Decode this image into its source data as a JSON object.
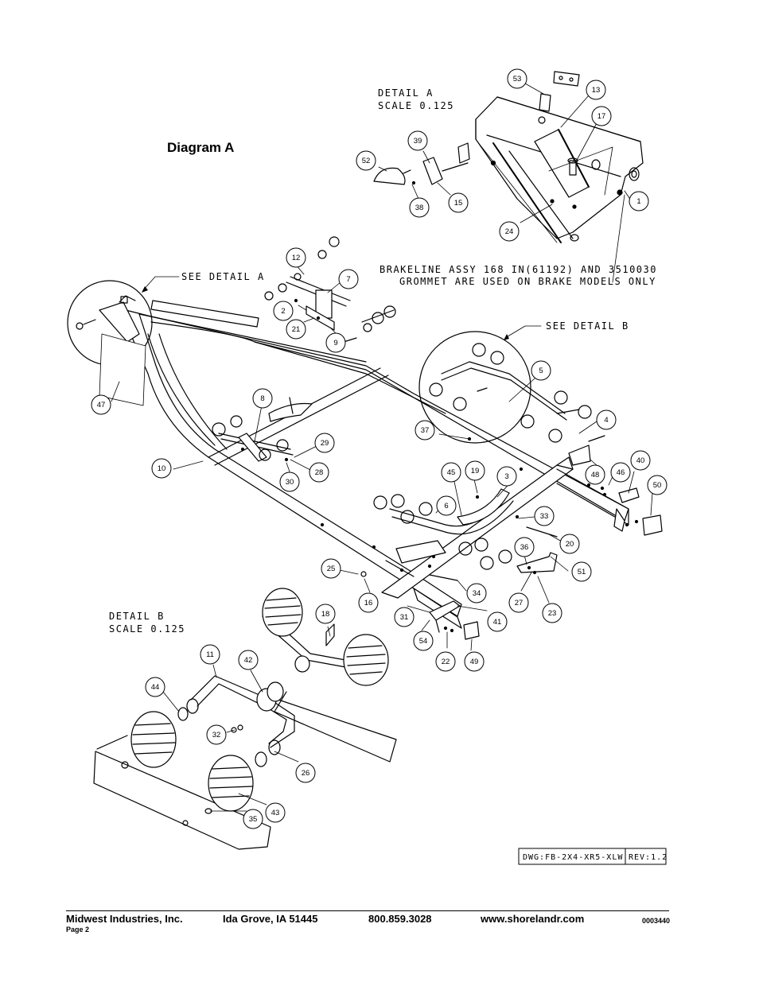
{
  "title": "Diagram A",
  "detail_a": {
    "line1": "DETAIL  A",
    "line2": "SCALE  0.125",
    "see": "SEE DETAIL  A"
  },
  "detail_b": {
    "line1": "DETAIL  B",
    "line2": "SCALE  0.125",
    "see": "SEE DETAIL  B"
  },
  "brake_note": {
    "line1": "BRAKELINE ASSY 168 IN(61192) AND 3510030",
    "line2": "GROMMET ARE USED ON BRAKE MODELS ONLY"
  },
  "drawing_id": "DWG:FB-2X4-XR5-XLW",
  "revision": "REV:1.2",
  "callouts": [
    "53",
    "13",
    "17",
    "1",
    "39",
    "52",
    "38",
    "15",
    "24",
    "12",
    "7",
    "2",
    "21",
    "9",
    "5",
    "4",
    "47",
    "8",
    "29",
    "28",
    "30",
    "37",
    "48",
    "46",
    "40",
    "50",
    "10",
    "45",
    "19",
    "3",
    "33",
    "6",
    "20",
    "36",
    "51",
    "25",
    "16",
    "34",
    "27",
    "23",
    "31",
    "41",
    "54",
    "22",
    "49",
    "18",
    "11",
    "42",
    "44",
    "32",
    "26",
    "43",
    "35"
  ],
  "footer": {
    "company": "Midwest Industries, Inc.",
    "location": "Ida Grove, IA  51445",
    "phone": "800.859.3028",
    "website": "www.shorelandr.com",
    "doc_number": "0003440",
    "page": "Page 2"
  }
}
